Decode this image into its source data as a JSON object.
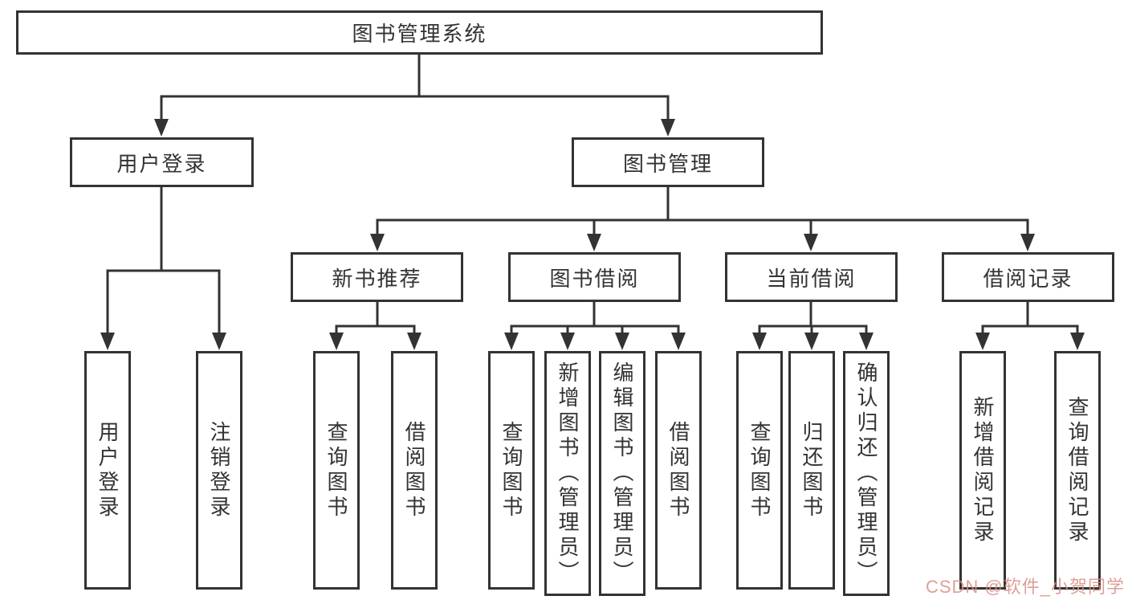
{
  "diagram": {
    "root": {
      "label": "图书管理系统"
    },
    "level2": [
      {
        "label": "用户登录"
      },
      {
        "label": "图书管理"
      }
    ],
    "level3": [
      {
        "label": "新书推荐",
        "parent": "图书管理"
      },
      {
        "label": "图书借阅",
        "parent": "图书管理"
      },
      {
        "label": "当前借阅",
        "parent": "图书管理"
      },
      {
        "label": "借阅记录",
        "parent": "图书管理"
      }
    ],
    "leaves": [
      {
        "label": "用户登录",
        "parent": "用户登录"
      },
      {
        "label": "注销登录",
        "parent": "用户登录"
      },
      {
        "label": "查询图书",
        "parent": "新书推荐"
      },
      {
        "label": "借阅图书",
        "parent": "新书推荐"
      },
      {
        "label": "查询图书",
        "parent": "图书借阅"
      },
      {
        "label": "新增图书（管理员）",
        "parent": "图书借阅"
      },
      {
        "label": "编辑图书（管理员）",
        "parent": "图书借阅"
      },
      {
        "label": "借阅图书",
        "parent": "图书借阅"
      },
      {
        "label": "查询图书",
        "parent": "当前借阅"
      },
      {
        "label": "归还图书",
        "parent": "当前借阅"
      },
      {
        "label": "确认归还（管理员）",
        "parent": "当前借阅"
      },
      {
        "label": "新增借阅记录",
        "parent": "借阅记录"
      },
      {
        "label": "查询借阅记录",
        "parent": "借阅记录"
      }
    ],
    "colors": {
      "line": "#333333",
      "border": "#333333",
      "text": "#333333",
      "background": "#ffffff"
    }
  },
  "watermark": {
    "text": "CSDN @软件_小贺同学",
    "color": "#d98f85"
  }
}
